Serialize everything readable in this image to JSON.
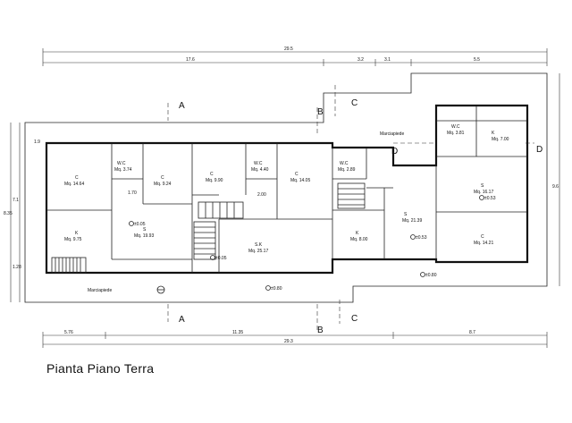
{
  "title": "Pianta Piano Terra",
  "section_markers": {
    "a": "A",
    "b": "B",
    "c": "C",
    "d": "D"
  },
  "labels": {
    "marciapiede": "Marciapiede"
  },
  "dims_top": [
    "29.5",
    "17.6",
    "3.2",
    "3.1",
    "5.5"
  ],
  "dims_bottom": [
    "5.76",
    "11.35",
    "29.3",
    "8.7"
  ],
  "dims_left": [
    "8.35",
    "1.28",
    "7.1",
    "1.9"
  ],
  "dims_right": [
    "9.6"
  ],
  "rooms": [
    {
      "type": "C",
      "area": "Mq. 14.64"
    },
    {
      "type": "W.C",
      "area": "Mq. 3.74"
    },
    {
      "type": "C",
      "area": "Mq. 9.24"
    },
    {
      "type": "C",
      "area": "Mq. 9.90"
    },
    {
      "type": "W.C",
      "area": "Mq. 4.40"
    },
    {
      "type": "C",
      "area": "Mq. 14.05"
    },
    {
      "type": "W.C",
      "area": "Mq. 2.89"
    },
    {
      "type": "W.C",
      "area": "Mq. 3.81"
    },
    {
      "type": "K",
      "area": "Mq. 7.00"
    },
    {
      "type": "K",
      "area": "Mq. 9.75"
    },
    {
      "type": "S",
      "area": "Mq. 19.93"
    },
    {
      "type": "S.K",
      "area": "Mq. 25.17"
    },
    {
      "type": "K",
      "area": "Mq. 8.00"
    },
    {
      "type": "S",
      "area": "Mq. 21.39"
    },
    {
      "type": "S",
      "area": "Mq. 16.17"
    },
    {
      "type": "C",
      "area": "Mq. 14.21"
    }
  ],
  "levels": [
    "±0.05",
    "±0.05",
    "±0.53",
    "±0.53",
    "±0.80",
    "±0.80"
  ],
  "misc": [
    "2.00",
    "1.70"
  ]
}
